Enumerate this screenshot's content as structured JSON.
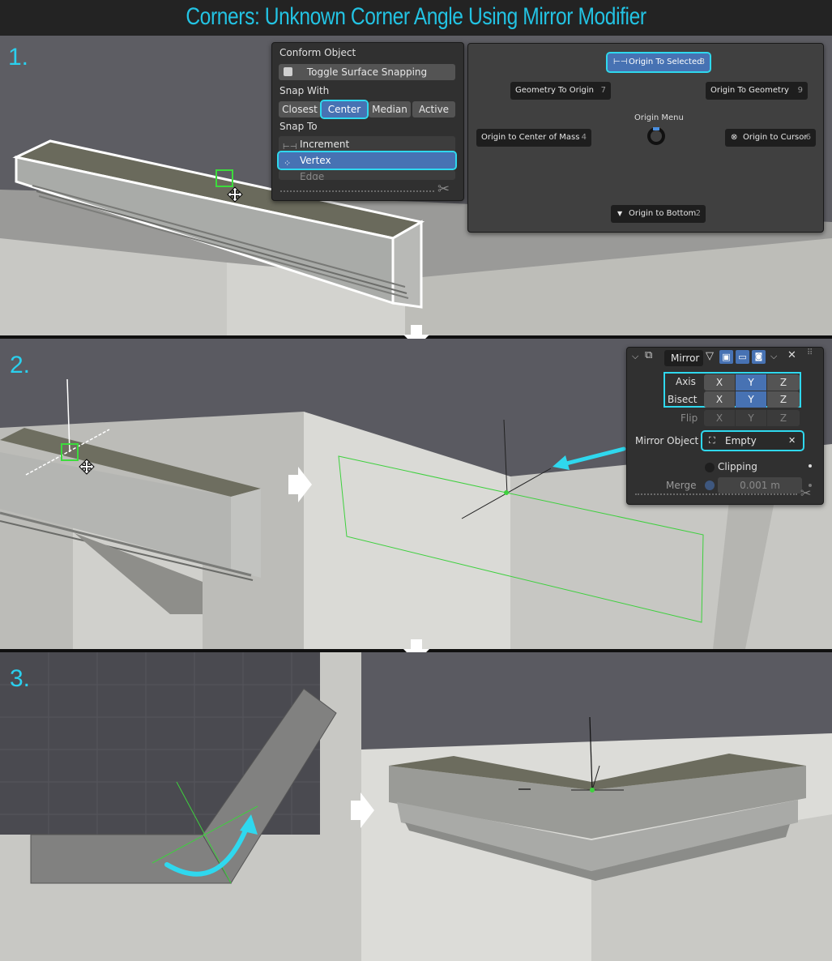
{
  "title": "Corners: Unknown Corner Angle Using Mirror Modifier",
  "steps": [
    "1.",
    "2.",
    "3."
  ],
  "snap_panel": {
    "conform_label": "Conform Object",
    "toggle_label": "Toggle Surface Snapping",
    "snap_with_label": "Snap With",
    "snap_with_options": [
      "Closest",
      "Center",
      "Median",
      "Active"
    ],
    "snap_with_selected": "Center",
    "snap_to_label": "Snap To",
    "snap_to_items": [
      "Increment",
      "Vertex",
      "Edge"
    ],
    "snap_to_selected": "Vertex"
  },
  "origin_menu": {
    "title": "Origin Menu",
    "items": [
      {
        "label": "Origin To Selected",
        "key": "8"
      },
      {
        "label": "Geometry To Origin",
        "key": "7"
      },
      {
        "label": "Origin To Geometry",
        "key": "9"
      },
      {
        "label": "Origin to Center of Mass",
        "key": "4"
      },
      {
        "label": "Origin to Cursor",
        "key": "6"
      },
      {
        "label": "Origin to Bottom",
        "key": "2"
      }
    ]
  },
  "mirror_panel": {
    "name": "Mirror",
    "axis_label": "Axis",
    "bisect_label": "Bisect",
    "flip_label": "Flip",
    "axes": [
      "X",
      "Y",
      "Z"
    ],
    "axis_selected": "Y",
    "bisect_selected": "Y",
    "mirror_object_label": "Mirror Object",
    "mirror_object_value": "Empty",
    "clipping_label": "Clipping",
    "merge_label": "Merge",
    "merge_value": "0.001 m"
  },
  "colors": {
    "accent": "#2fd8ee",
    "selected": "#4772b3",
    "title": "#23c3e3"
  }
}
